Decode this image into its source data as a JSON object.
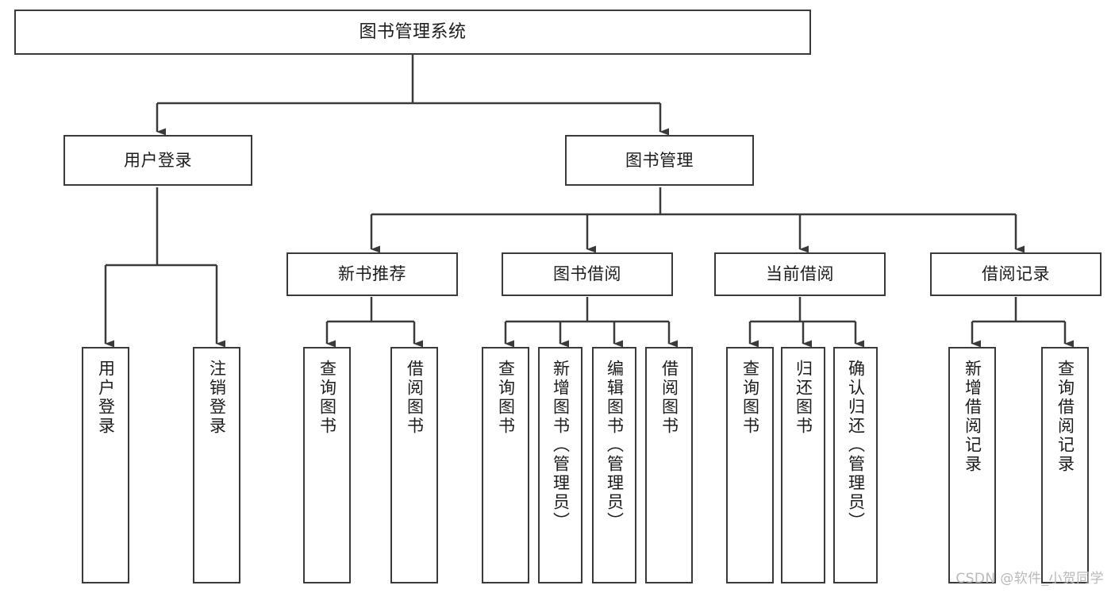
{
  "diagram": {
    "title": "图书管理系统",
    "type": "tree-hierarchy-chart",
    "colors": {
      "background": "#ffffff",
      "node_border": "#3a3a3a",
      "node_fill": "#ffffff",
      "text": "#1c1c1c",
      "edge": "#3a3a3a",
      "watermark": "#b9b9b9"
    },
    "root": {
      "label": "图书管理系统"
    },
    "level2": [
      {
        "label": "用户登录"
      },
      {
        "label": "图书管理"
      }
    ],
    "level3": [
      {
        "label": "新书推荐"
      },
      {
        "label": "图书借阅"
      },
      {
        "label": "当前借阅"
      },
      {
        "label": "借阅记录"
      }
    ],
    "leaves": {
      "user_login": [
        {
          "label": "用户登录"
        },
        {
          "label": "注销登录"
        }
      ],
      "new_book_recommend": [
        {
          "label": "查询图书"
        },
        {
          "label": "借阅图书"
        }
      ],
      "book_borrow": [
        {
          "label": "查询图书"
        },
        {
          "label": "新增图书（管理员）"
        },
        {
          "label": "编辑图书（管理员）"
        },
        {
          "label": "借阅图书"
        }
      ],
      "current_borrow": [
        {
          "label": "查询图书"
        },
        {
          "label": "归还图书"
        },
        {
          "label": "确认归还（管理员）"
        }
      ],
      "borrow_record": [
        {
          "label": "新增借阅记录"
        },
        {
          "label": "查询借阅记录"
        }
      ]
    }
  },
  "watermark": {
    "text": "CSDN @软件_小贺同学"
  }
}
